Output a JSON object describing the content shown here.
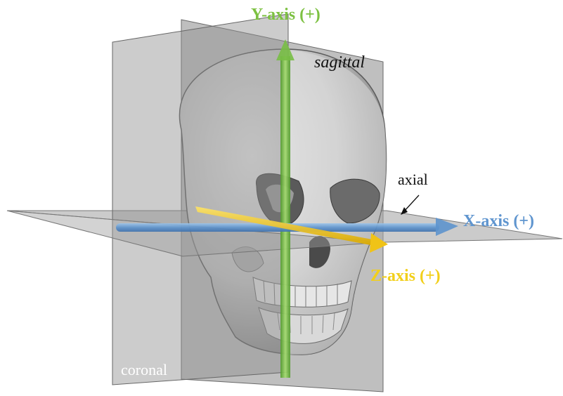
{
  "labels": {
    "y_axis": "Y-axis (+)",
    "x_axis": "X-axis (+)",
    "z_axis": "Z-axis (+)",
    "sagittal": "sagittal",
    "axial": "axial",
    "coronal": "coronal"
  },
  "colors": {
    "y_axis": "#7dc142",
    "x_axis": "#5f95cf",
    "z_axis": "#f2cf1a",
    "plane": "#8e8e8e"
  },
  "icons": {
    "skull": "skull-icon"
  }
}
